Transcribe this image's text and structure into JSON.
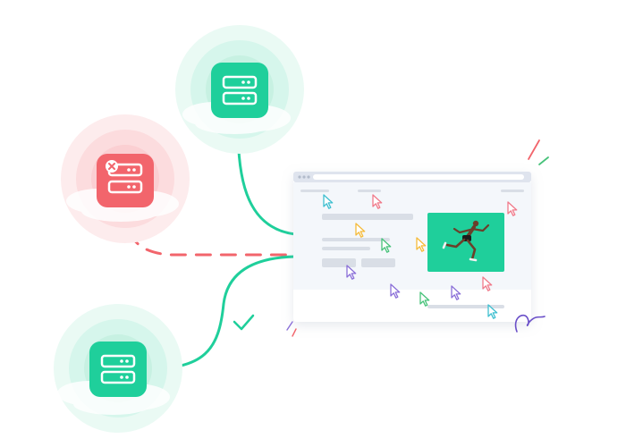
{
  "diagram": {
    "servers": [
      {
        "id": "server-top",
        "status": "online"
      },
      {
        "id": "server-left",
        "status": "failed"
      },
      {
        "id": "server-bottom",
        "status": "online"
      }
    ],
    "connections": [
      {
        "from": "server-top",
        "to": "website",
        "style": "solid"
      },
      {
        "from": "server-left",
        "to": "website",
        "style": "dashed"
      },
      {
        "from": "server-bottom",
        "to": "website",
        "style": "solid"
      }
    ],
    "icons": {
      "server": "server-stack-icon",
      "failed_badge": "x-circle-icon",
      "success": "checkmark-icon",
      "cursor": "mouse-pointer-icon",
      "hero_image": "sprinter-photo"
    },
    "colors": {
      "online": "#1fcf9b",
      "online_halo": "#d6f6ec",
      "failed": "#f2656c",
      "failed_halo": "#fcdcde",
      "browser_frame": "#dfe4ee",
      "browser_body": "#f4f7fb",
      "skeleton": "#d9dee6"
    },
    "cursor_colors": [
      "#3fbfd0",
      "#f07a8a",
      "#f5bb3a",
      "#47c27a",
      "#8a6fd8"
    ]
  }
}
